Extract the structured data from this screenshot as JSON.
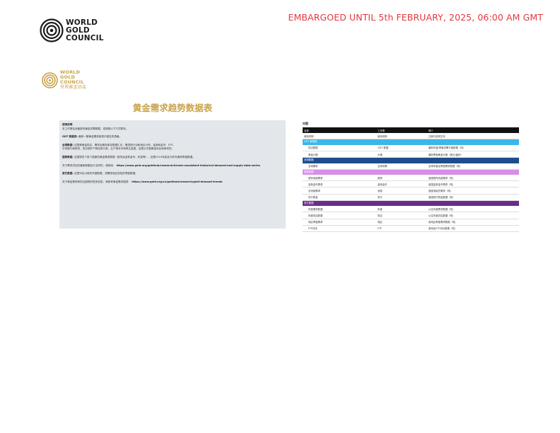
{
  "embargo": "EMBARGOED UNTIL 5th FEBRUARY, 2025, 06:00 AM GMT",
  "logo": {
    "line1": "WORLD",
    "line2": "GOLD",
    "line3": "COUNCIL",
    "icon": "wgc-rings-icon",
    "color": "#1a1a1a"
  },
  "cn_logo": {
    "line1": "WORLD",
    "line2": "GOLD",
    "line3": "COUNCIL",
    "cn": "世界黄金协会",
    "icon": "wgc-rings-gold-icon",
    "color": "#c9a34a"
  },
  "title": "黄金需求趋势数据表",
  "intro": {
    "heading": "使用说明",
    "p1": "本工作簿包含最新的黄金供需数据，或请按以下方式联系。",
    "p2_label": "GDT 数据表:",
    "p2": "最新一期黄金需求趋势中报告的表格。",
    "p3_label": "全球数据:",
    "p3": "这里是黄金供应、需求及期末库存数据汇总，需求按行业和地区分布，金条和金币、ETF。",
    "p3b": "中央银行和机构，供应按矿产和回收分类，生产商对冲和再生金属。这是从中国黄金协会转换来的。",
    "p4_label": "国家数据:",
    "p4": "这里提供了各个国家的黄金需求数据（首饰及金条金币、科技等），这是2010年起至今的年度和季度数据。",
    "p5": "关于需求供应的最新数据及行业研究，请参阅：",
    "p5_link": "https://www.gold.org/goldhub/research/trends-consistent-historical-demand-and-supply-data-series",
    "p6_label": "其它数据:",
    "p6": "这里列出以前的年度数据，或需按地区查找的季度数据。",
    "p7": "关于黄金需求和供应趋势的更多信息，请参考黄金需求趋势：",
    "p7_link": "https://www.gold.org/cn/goldhub/research/gold-demand-trends"
  },
  "contents": {
    "title": "内容",
    "header": [
      "名称",
      "工作表",
      "简介"
    ],
    "intro_row": [
      "使用说明",
      "使用说明",
      "注释与说明文本"
    ],
    "sections": [
      {
        "name": "GDT 数据表",
        "color": "#3bb7e8",
        "rows": [
          [
            "供应数据",
            "GDT 数据",
            "最新年度/季度供需平衡数据（吨）"
          ],
          [
            "黄金价格",
            "价格",
            "最新季度黄金价格（美元/盎司）"
          ]
        ]
      },
      {
        "name": "全球数据",
        "color": "#1e4d8c",
        "rows": [
          [
            "全球需求",
            "全球供需",
            "全球年度及季度需求数据（吨）"
          ]
        ]
      },
      {
        "name": "国家数据",
        "color": "#d68fe6",
        "rows": [
          [
            "首饰消费需求",
            "首饰",
            "各国首饰消费需求（吨）"
          ],
          [
            "金条金币需求",
            "金条金币",
            "各国金条金币需求（吨）"
          ],
          [
            "总消费需求",
            "消费",
            "各国消费总需求（吨）"
          ],
          [
            "央行购金",
            "央行",
            "各国央行购金数据（吨）"
          ]
        ]
      },
      {
        "name": "其它数据",
        "color": "#6a2c8c",
        "rows": [
          [
            "年度需求数据",
            "年度",
            "以往年度需求数据（吨）"
          ],
          [
            "年度供应数据",
            "供应",
            "以往年度供应数据（吨）"
          ],
          [
            "地区季度需求",
            "地区",
            "各地区季度需求数据（吨）"
          ],
          [
            "ETF持仓",
            "ETF",
            "各地区ETF持仓数据（吨）"
          ]
        ]
      }
    ]
  }
}
